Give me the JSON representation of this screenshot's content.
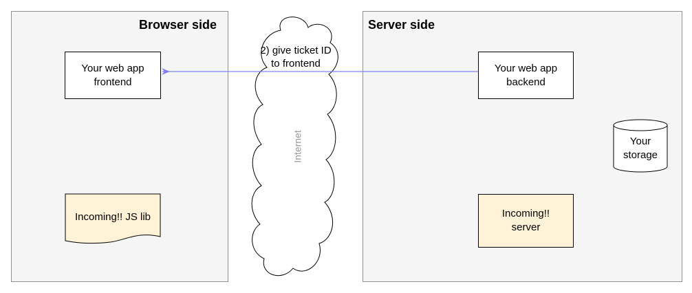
{
  "browser_side": {
    "title": "Browser side",
    "frontend_box": "Your web app\nfrontend",
    "js_lib_doc": "Incoming!! JS lib"
  },
  "server_side": {
    "title": "Server side",
    "backend_box": "Your web app\nbackend",
    "storage_cylinder": "Your\nstorage",
    "incoming_server_box": "Incoming!!\nserver"
  },
  "internet": {
    "label": "Internet"
  },
  "arrow": {
    "label": "2) give ticket ID\nto frontend",
    "color": "#8080f0"
  },
  "colors": {
    "panel_fill": "#f5f5f5",
    "panel_border": "#8f8f8f",
    "box_fill": "#ffffff",
    "incoming_fill": "#fff2d6",
    "internet_label": "#999999"
  }
}
